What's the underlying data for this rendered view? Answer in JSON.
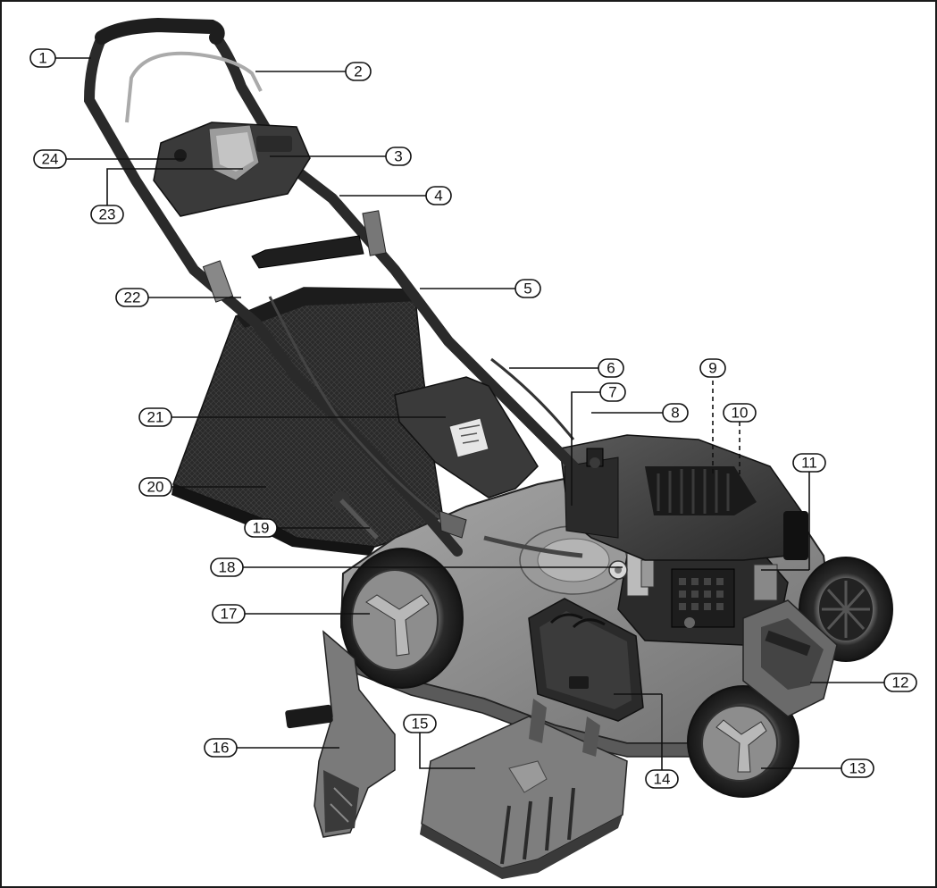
{
  "callouts": [
    {
      "id": "c1",
      "number": "1"
    },
    {
      "id": "c2",
      "number": "2"
    },
    {
      "id": "c3",
      "number": "3"
    },
    {
      "id": "c4",
      "number": "4"
    },
    {
      "id": "c5",
      "number": "5"
    },
    {
      "id": "c6",
      "number": "6"
    },
    {
      "id": "c7",
      "number": "7"
    },
    {
      "id": "c8",
      "number": "8"
    },
    {
      "id": "c9",
      "number": "9"
    },
    {
      "id": "c10",
      "number": "10"
    },
    {
      "id": "c11",
      "number": "11"
    },
    {
      "id": "c12",
      "number": "12"
    },
    {
      "id": "c13",
      "number": "13"
    },
    {
      "id": "c14",
      "number": "14"
    },
    {
      "id": "c15",
      "number": "15"
    },
    {
      "id": "c16",
      "number": "16"
    },
    {
      "id": "c17",
      "number": "17"
    },
    {
      "id": "c18",
      "number": "18"
    },
    {
      "id": "c19",
      "number": "19"
    },
    {
      "id": "c20",
      "number": "20"
    },
    {
      "id": "c21",
      "number": "21"
    },
    {
      "id": "c22",
      "number": "22"
    },
    {
      "id": "c23",
      "number": "23"
    },
    {
      "id": "c24",
      "number": "24"
    }
  ],
  "colors": {
    "border": "#1a1a1a",
    "deck": "#8a8a8a",
    "dark_plastic": "#3a3a3a",
    "black": "#1e1e1e",
    "grass_bag": "#2b2b2b",
    "handle": "#2a2a2a",
    "wheel_hub": "#9a9a9a"
  }
}
